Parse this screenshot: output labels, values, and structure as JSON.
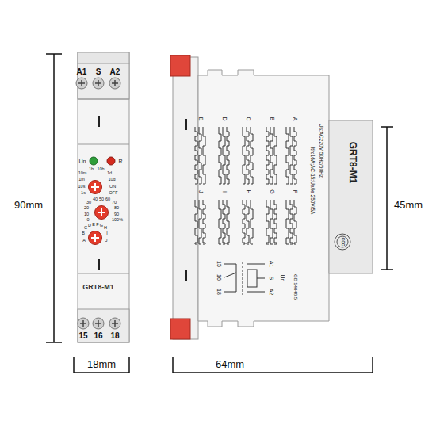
{
  "diagram": {
    "labels": [
      "A1",
      "S",
      "A2",
      "Un",
      "R",
      "1h",
      "10h",
      "10m",
      "1d",
      "1m",
      "10d",
      "10s",
      "ON",
      "1s",
      "OFF",
      "40",
      "50",
      "60",
      "30",
      "70",
      "20",
      "80",
      "10",
      "90",
      "0",
      "100%",
      "C",
      "D",
      "E",
      "F",
      "G",
      "H",
      "B",
      "I",
      "A",
      "J",
      "GRT8-M1",
      "15",
      "16",
      "18",
      "90mm",
      "18mm",
      "64mm",
      "45mm",
      "GRT8-M1",
      "Us:AC220V 50Hz/60Hz",
      "Ith:16A;AC-15:Ue/Ie 250V/5A",
      "GB 14048.5",
      "CCC",
      "E",
      "D",
      "C",
      "B",
      "A",
      "J",
      "I",
      "H",
      "G",
      "F",
      "15",
      "16",
      "18",
      "A1",
      "S",
      "A2",
      "Un"
    ]
  }
}
